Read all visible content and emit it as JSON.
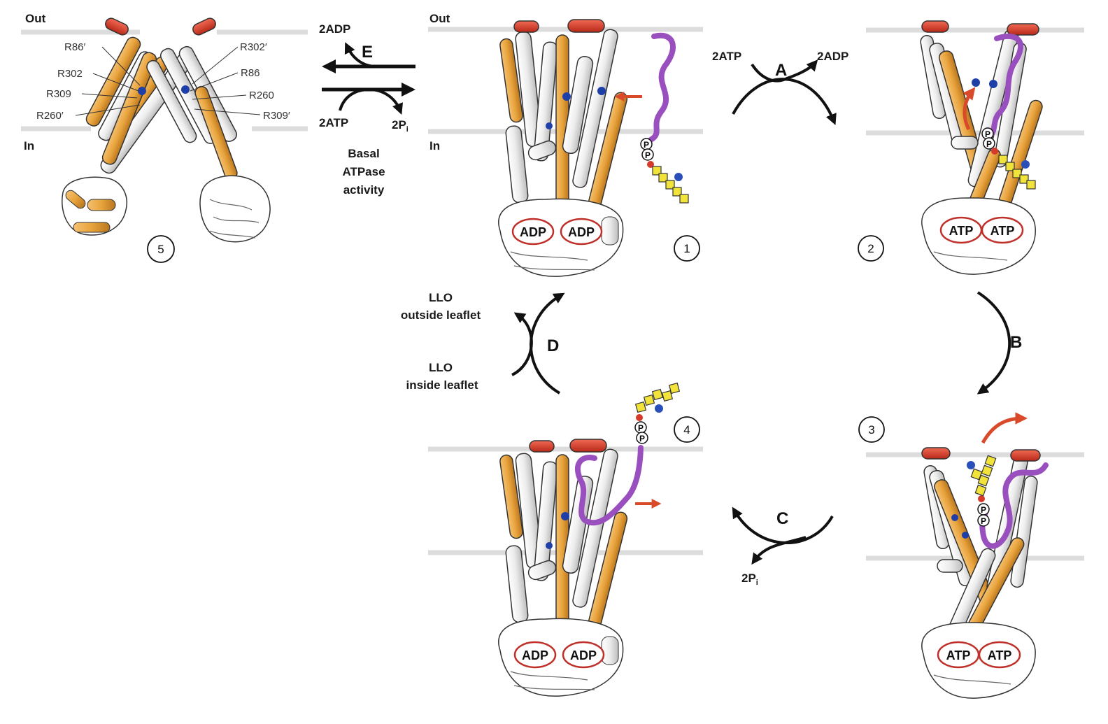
{
  "colors": {
    "helix_orange": "#e8a33c",
    "helix_grey": "#e6e6e6",
    "lid_red": "#d63a2a",
    "llo_purple": "#9a4fbf",
    "sugar_yellow": "#f2e33a",
    "sugar_blue": "#2a4fb8",
    "arginine_blue": "#1f3fa8",
    "movement_arrow": "#d94a2a",
    "membrane_line": "#dcdcdc"
  },
  "membrane": {
    "out": "Out",
    "in": "In"
  },
  "residues": {
    "r86p": "R86′",
    "r302": "R302",
    "r309": "R309",
    "r260p": "R260′",
    "r302p": "R302′",
    "r86": "R86",
    "r260": "R260",
    "r309p": "R309′"
  },
  "states": {
    "s1": "1",
    "s2": "2",
    "s3": "3",
    "s4": "4",
    "s5": "5"
  },
  "nucleotides": {
    "adp": "ADP",
    "atp": "ATP",
    "phosphate": "P"
  },
  "steps": {
    "A": {
      "label": "A",
      "in": "2ATP",
      "out": "2ADP"
    },
    "B": {
      "label": "B"
    },
    "C": {
      "label": "C",
      "out": "2P",
      "out_sub": "i"
    },
    "D": {
      "label": "D",
      "top": [
        "LLO",
        "outside leaflet"
      ],
      "bottom": [
        "LLO",
        "inside leaflet"
      ]
    },
    "E": {
      "label": "E",
      "top_out": "2ADP",
      "bottom_in": "2ATP",
      "bottom_out": "2P",
      "bottom_out_sub": "i",
      "caption": [
        "Basal",
        "ATPase",
        "activity"
      ]
    }
  }
}
